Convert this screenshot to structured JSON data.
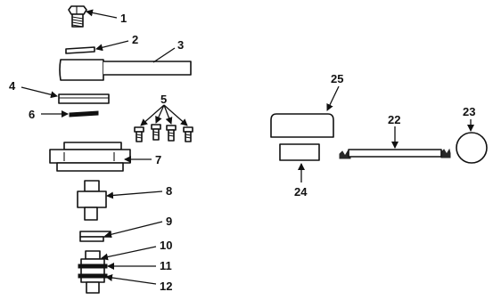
{
  "diagram": {
    "callouts": [
      {
        "id": "c1",
        "label": "1"
      },
      {
        "id": "c2",
        "label": "2"
      },
      {
        "id": "c3",
        "label": "3"
      },
      {
        "id": "c4",
        "label": "4"
      },
      {
        "id": "c5",
        "label": "5"
      },
      {
        "id": "c6",
        "label": "6"
      },
      {
        "id": "c7",
        "label": "7"
      },
      {
        "id": "c8",
        "label": "8"
      },
      {
        "id": "c9",
        "label": "9"
      },
      {
        "id": "c10",
        "label": "10"
      },
      {
        "id": "c11",
        "label": "11"
      },
      {
        "id": "c12",
        "label": "12"
      },
      {
        "id": "c22",
        "label": "22"
      },
      {
        "id": "c23",
        "label": "23"
      },
      {
        "id": "c24",
        "label": "24"
      },
      {
        "id": "c25",
        "label": "25"
      }
    ],
    "colors": {
      "ink": "#111111",
      "paper": "#ffffff"
    }
  }
}
